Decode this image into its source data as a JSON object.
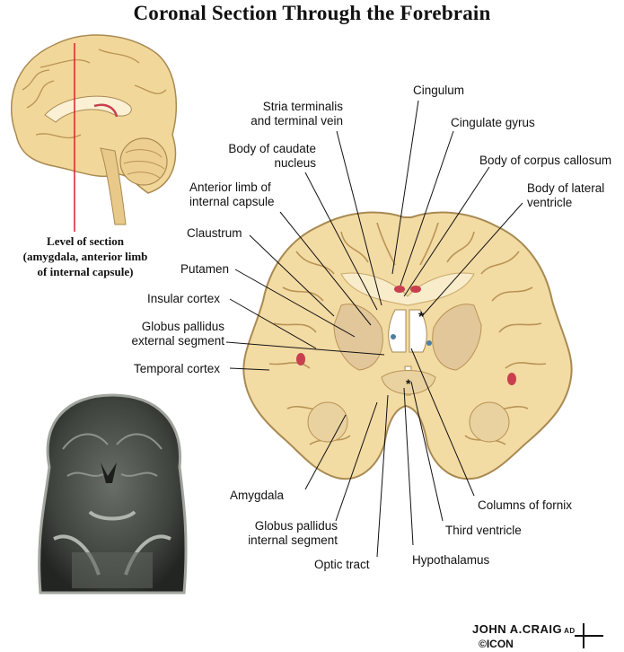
{
  "title": "Coronal Section Through the Forebrain",
  "caption": {
    "line1": "Level of section",
    "line2": "(amygdala, anterior limb",
    "line3": "of internal capsule)"
  },
  "labels": {
    "stria_terminalis_1": "Stria terminalis",
    "stria_terminalis_2": "and terminal vein",
    "cingulum": "Cingulum",
    "cingulate_gyrus": "Cingulate gyrus",
    "body_caudate_1": "Body of caudate",
    "body_caudate_2": "nucleus",
    "body_corpus_callosum": "Body of corpus callosum",
    "anterior_limb_1": "Anterior limb of",
    "anterior_limb_2": "internal capsule",
    "body_lateral_ventricle_1": "Body of lateral",
    "body_lateral_ventricle_2": "ventricle",
    "claustrum": "Claustrum",
    "putamen": "Putamen",
    "insular_cortex": "Insular cortex",
    "globus_ext_1": "Globus pallidus",
    "globus_ext_2": "external segment",
    "temporal_cortex": "Temporal cortex",
    "amygdala": "Amygdala",
    "globus_int_1": "Globus pallidus",
    "globus_int_2": "internal segment",
    "optic_tract": "Optic tract",
    "hypothalamus": "Hypothalamus",
    "third_ventricle": "Third ventricle",
    "columns_fornix": "Columns of fornix"
  },
  "signature": {
    "name": "JOHN A.CRAIG",
    "suffix": "AD",
    "copyright": "©",
    "publisher": "ICON"
  },
  "colors": {
    "tissue": "#f3dba4",
    "tissue_edge": "#a98a52",
    "white_matter": "#f8ecca",
    "gray_nuclei": "#e2c79a",
    "vessel": "#c8404f",
    "mri_dark": "#3c3f3b",
    "mri_light": "#b8bdb6"
  }
}
